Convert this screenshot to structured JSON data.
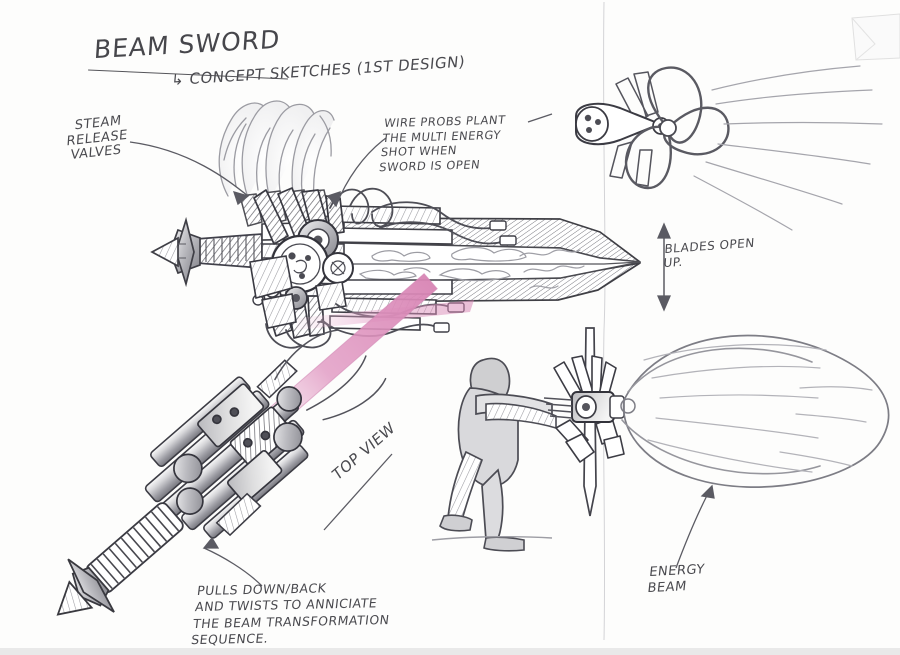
{
  "sketch": {
    "title": "BEAM SWORD",
    "subtitle": "↳ CONCEPT SKETCHES (1ST DESIGN)",
    "medium": "graphite pencil on white paper",
    "paper_color": "#fdfdfc",
    "ink_color": "#4a4a4f",
    "accent_color": "#d884b4"
  },
  "annotations": {
    "steam_release_valves": "STEAM\nRELEASE\nVALVES",
    "wire_probs": "WIRE PROBS PLANT\nTHE MULTI ENERGY\nSHOT WHEN\nSWORD IS OPEN",
    "blades_open_up": "BLADES OPEN\nUP.",
    "top_view": "TOP VIEW",
    "pulls_down_back": "PULLS DOWN/BACK\nAND TWISTS TO ANNICIATE\nTHE BEAM TRANSFORMATION\nSEQUENCE.",
    "energy_beam": "ENERGY\nBEAM"
  },
  "figures": {
    "main_sword": "side view of mechanical beam sword with open hilt, gears, wires and long hatched blade",
    "steam_cloud": "vapour plume rising from three valve nozzles",
    "atom_burst": "top-down sword emitter firing an atom-shaped multi energy shot",
    "top_view_assembly": "diagonal top view of the sword barrel cluster with ribbed grip and spiked pommel",
    "wielder": "mannequin figure bracing and firing the sword",
    "energy_beam_plume": "large teardrop energy beam discharging from the opened blades"
  }
}
